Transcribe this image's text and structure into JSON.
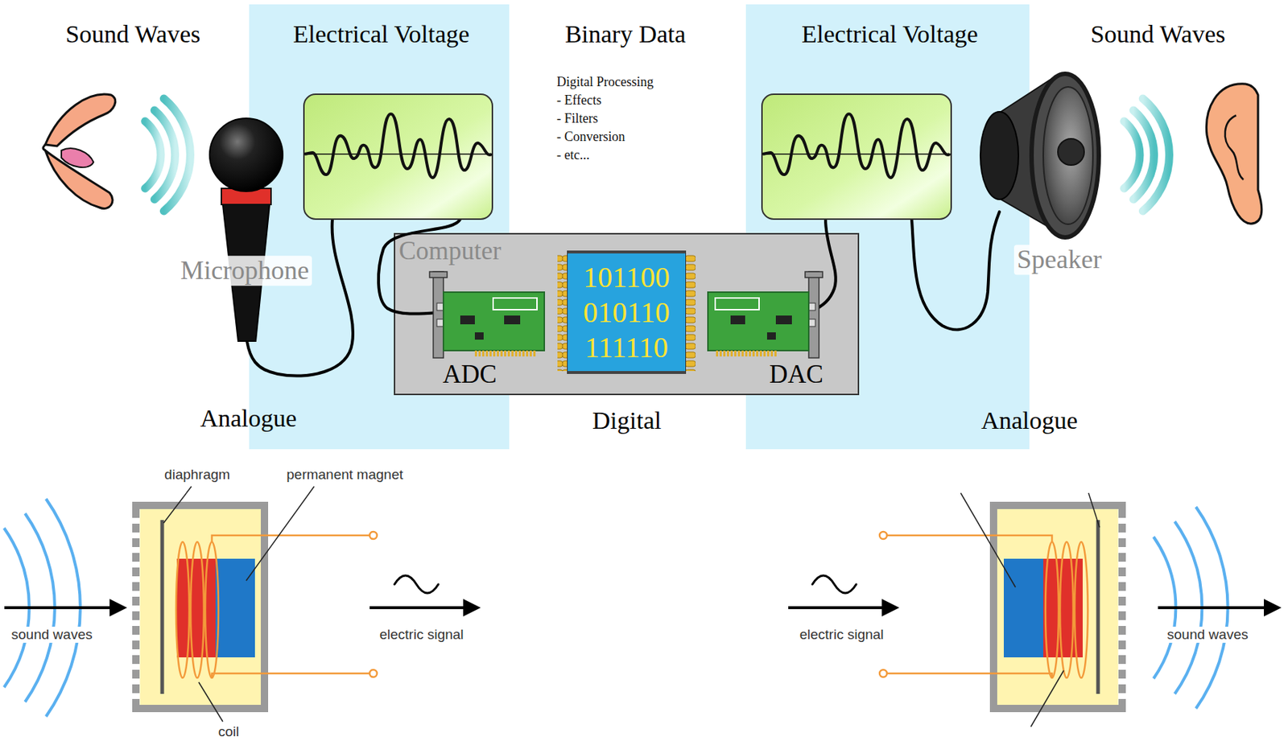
{
  "diagram": {
    "nodes": [
      {
        "text": [
          "Electrical Voltage"
        ]
      },
      {
        "text": [
          "Electrical Voltage"
        ]
      },
      {
        "text": [
          "Computer"
        ]
      },
      {
        "text": [
          "101100 010110 111110"
        ],
        "in": 2
      },
      {
        "text": [
          "ADC"
        ],
        "in": 2
      },
      {
        "text": [
          "DAC"
        ],
        "in": 2
      }
    ],
    "labels": [
      "Sound Waves",
      "Binary Data",
      "Sound Waves",
      "Digital Processing",
      "- Effects",
      "- Filters",
      "- Conversion",
      "- etc...",
      "Microphone",
      "Speaker",
      "Analogue",
      "Digital",
      "Analogue",
      "diaphragm",
      "permanent magnet",
      "coil",
      "sound waves",
      "electric signal",
      "electric signal",
      "sound waves"
    ]
  }
}
